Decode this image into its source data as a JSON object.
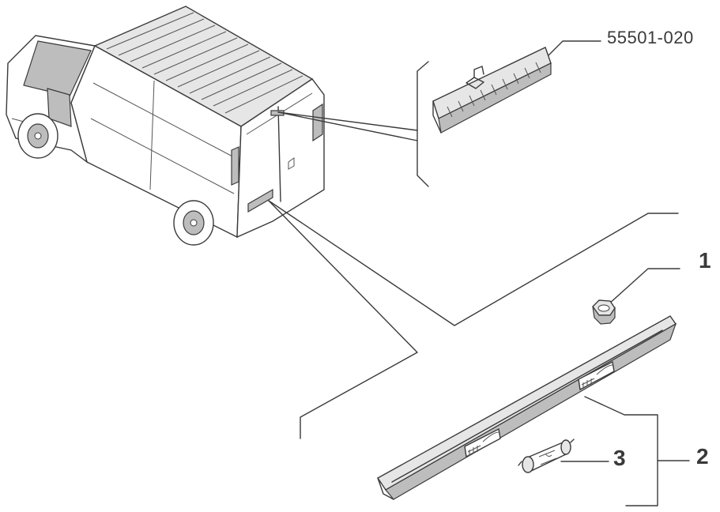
{
  "part_number": "55501-020",
  "callouts": {
    "one": "1",
    "two": "2",
    "three": "3"
  },
  "colors": {
    "line": "#3a3a3a",
    "panel": "#e6e6e6",
    "shadow": "#bdbdbd"
  }
}
